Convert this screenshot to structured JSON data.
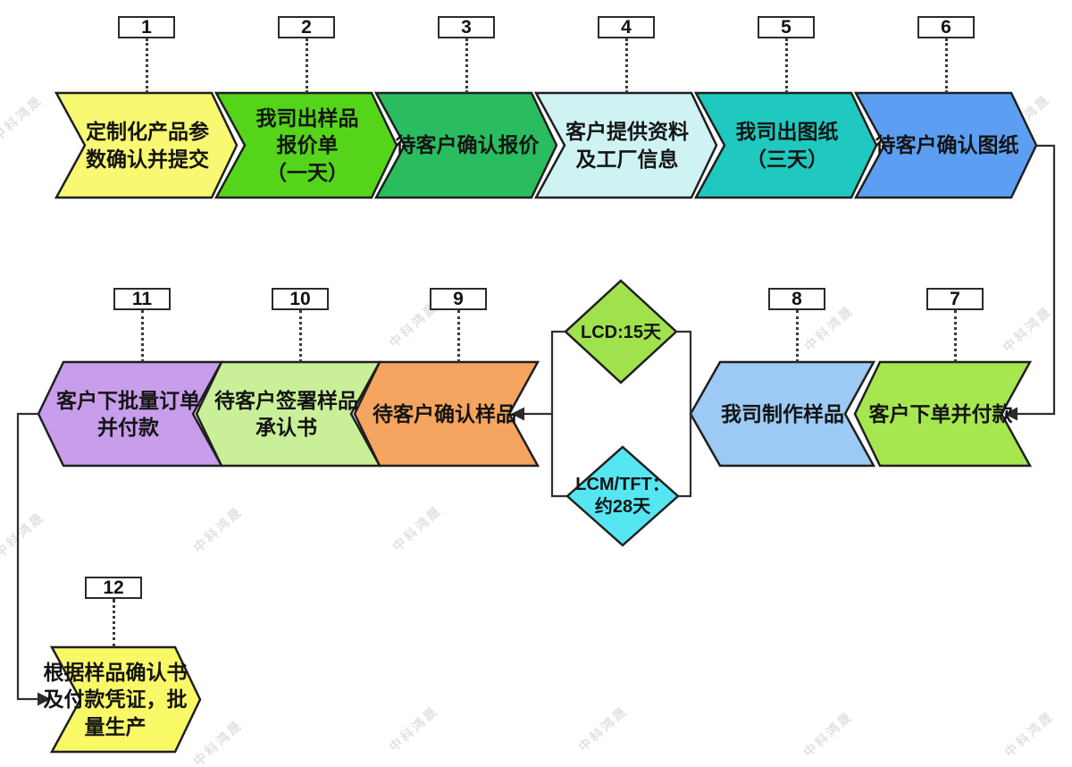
{
  "watermark": {
    "text": "中科鸿晟"
  },
  "steps": [
    {
      "number": "1",
      "label": "定制化产品参\n数确认并提交",
      "color": "#f8f873"
    },
    {
      "number": "2",
      "label": "我司出样品\n报价单\n（一天）",
      "color": "#55d51a"
    },
    {
      "number": "3",
      "label": "待客户确认报价",
      "color": "#2abd5f"
    },
    {
      "number": "4",
      "label": "客户提供资料\n及工厂信息",
      "color": "#cff3f3"
    },
    {
      "number": "5",
      "label": "我司出图纸\n（三天）",
      "color": "#1fc9bf"
    },
    {
      "number": "6",
      "label": "待客户确认图纸",
      "color": "#5c9ff2"
    },
    {
      "number": "7",
      "label": "客户下单并付款",
      "color": "#a6e64f"
    },
    {
      "number": "8",
      "label": "我司制作样品",
      "color": "#9ccaf4"
    },
    {
      "number": "9",
      "label": "待客户确认样品",
      "color": "#f5a55f"
    },
    {
      "number": "10",
      "label": "待客户签署样品\n承认书",
      "color": "#c9f099"
    },
    {
      "number": "11",
      "label": "客户下批量订单\n并付款",
      "color": "#c89deb"
    },
    {
      "number": "12",
      "label": "根据样品确认书\n及付款凭证，批\n量生产",
      "color": "#f9f967"
    }
  ],
  "diamonds": [
    {
      "label": "LCD:15天",
      "color": "#a0e24d"
    },
    {
      "label": "LCM/TFT：\n约28天",
      "color": "#55e6f2"
    }
  ]
}
